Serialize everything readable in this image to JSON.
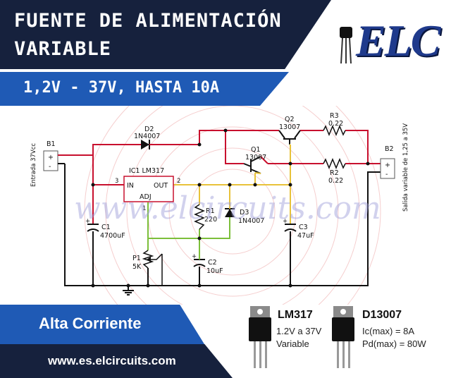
{
  "header": {
    "title_line1": "FUENTE DE ALIMENTACIÓN",
    "title_line2": "VARIABLE",
    "subtitle": "1,2V - 37V, HASTA 10A",
    "logo_text": "ELC"
  },
  "schematic": {
    "watermark": "www.elcircuits.com",
    "input_label": "Entrada 37Vcc",
    "output_label": "Salida variable de 1,25 a 35V",
    "components": {
      "b1": "B1",
      "b2": "B2",
      "d2_ref": "D2",
      "d2_val": "1N4007",
      "ic1_ref": "IC1 LM317",
      "ic_in": "IN",
      "ic_out": "OUT",
      "ic_adj": "ADJ",
      "pin3": "3",
      "pin2": "2",
      "pin1": "1",
      "q1_ref": "Q1",
      "q1_val": "13007",
      "q2_ref": "Q2",
      "q2_val": "13007",
      "r3_ref": "R3",
      "r3_val": "0.22",
      "r2_ref": "R2",
      "r2_val": "0.22",
      "r1_ref": "R1",
      "r1_val": "220",
      "d3_ref": "D3",
      "d3_val": "1N4007",
      "c1_ref": "C1",
      "c1_val": "4700uF",
      "c2_ref": "C2",
      "c2_val": "10uF",
      "c3_ref": "C3",
      "c3_val": "47uF",
      "p1_ref": "P1",
      "p1_val": "5K",
      "plus": "+",
      "minus": "-"
    }
  },
  "footer": {
    "feature": "Alta Corriente",
    "website": "www.es.elcircuits.com"
  },
  "parts": [
    {
      "name": "LM317",
      "line1": "1.2V a 37V",
      "line2": "Variable"
    },
    {
      "name": "D13007",
      "line1": "Ic(max) = 8A",
      "line2": "Pd(max) = 80W"
    }
  ],
  "colors": {
    "navy": "#16213d",
    "blue": "#1f5ab5",
    "wire_red": "#c8102e",
    "wire_yellow": "#e8c23a",
    "wire_green": "#7cbf3a",
    "wire_black": "#111111"
  },
  "icons": [
    "transistor-icon",
    "to220-package-icon"
  ]
}
